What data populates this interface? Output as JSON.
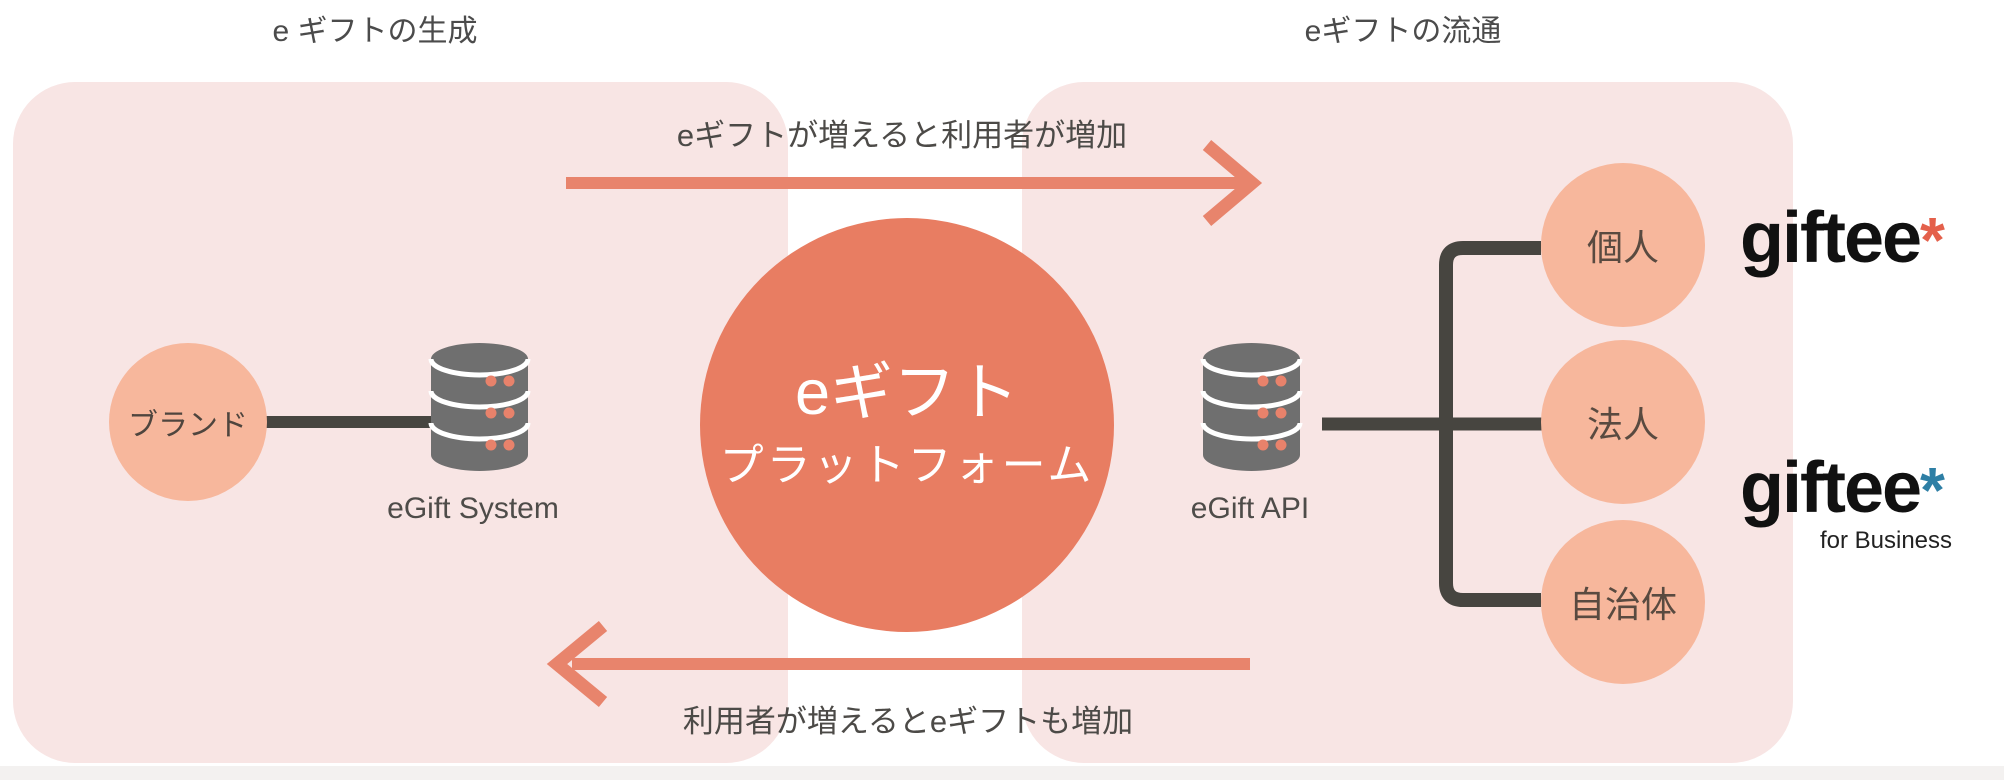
{
  "titles": {
    "left": "e ギフトの生成",
    "right": "eギフトの流通"
  },
  "flow_labels": {
    "top": "eギフトが増えると利用者が増加",
    "bottom": "利用者が増えるとeギフトも増加"
  },
  "platform": {
    "line1": "eギフト",
    "line2": "プラットフォーム"
  },
  "generation": {
    "brand": "ブランド",
    "system": "eGift System"
  },
  "distribution": {
    "api": "eGift API",
    "audiences": [
      "個人",
      "法人",
      "自治体"
    ]
  },
  "logos": {
    "consumer": {
      "word": "giftee",
      "asterisk": "*"
    },
    "business": {
      "word": "giftee",
      "asterisk": "*",
      "subtitle": "for Business"
    }
  },
  "colors": {
    "panel_pink": "#F8E5E4",
    "peach_circle": "#F7B79C",
    "coral_circle": "#E87D62",
    "arrow_salmon": "#E8846C",
    "connector_dark": "#474540",
    "database_gray": "#6F6F6F",
    "database_dot": "#E8826B",
    "logo_black": "#111111",
    "asterisk_consumer": "#E4604B",
    "asterisk_business": "#2E7FA5"
  }
}
